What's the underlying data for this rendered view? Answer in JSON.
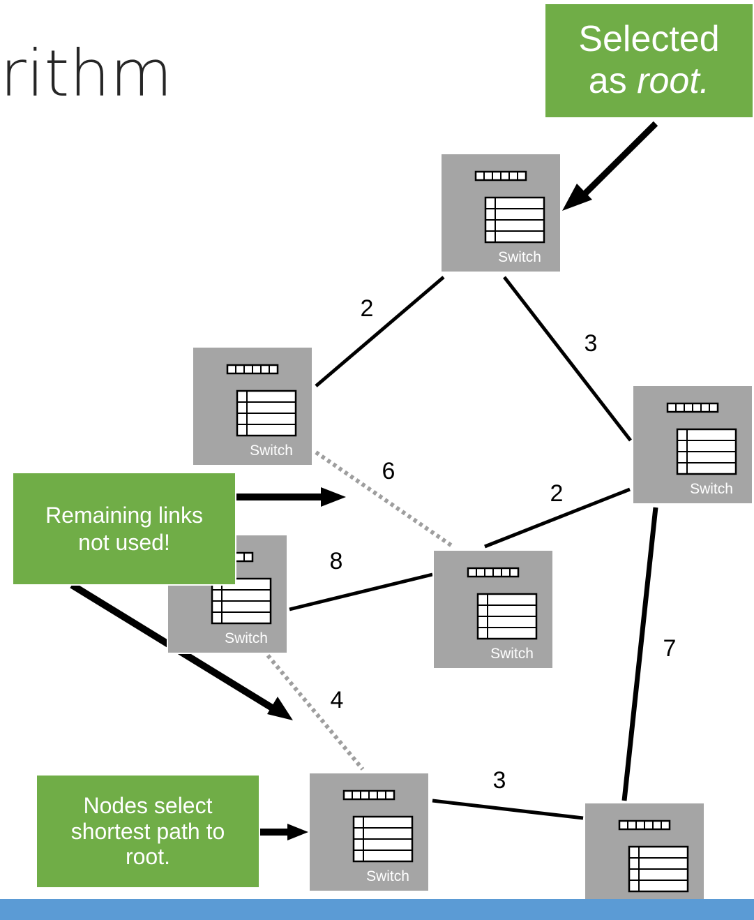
{
  "title": "rithm",
  "switch_label": "Switch",
  "link_weights": {
    "root_left": "2",
    "root_right": "3",
    "left_center": "6",
    "right_center": "2",
    "lowleft_center": "8",
    "lowleft_bottom": "4",
    "right_bottomright": "7",
    "bottom_bottomright": "3"
  },
  "callouts": {
    "root": {
      "line1": "Selected",
      "line2_prefix": "as ",
      "line2_italic": "root."
    },
    "remaining": {
      "line1": "Remaining links",
      "line2": "not used!"
    },
    "nodes": {
      "line1": "Nodes select",
      "line2": "shortest path to",
      "line3": "root."
    }
  },
  "colors": {
    "switch_fill": "#a5a5a5",
    "callout_fill": "#70ad47",
    "bar_fill": "#5b9bd5",
    "unused_link": "#9e9e9e"
  }
}
